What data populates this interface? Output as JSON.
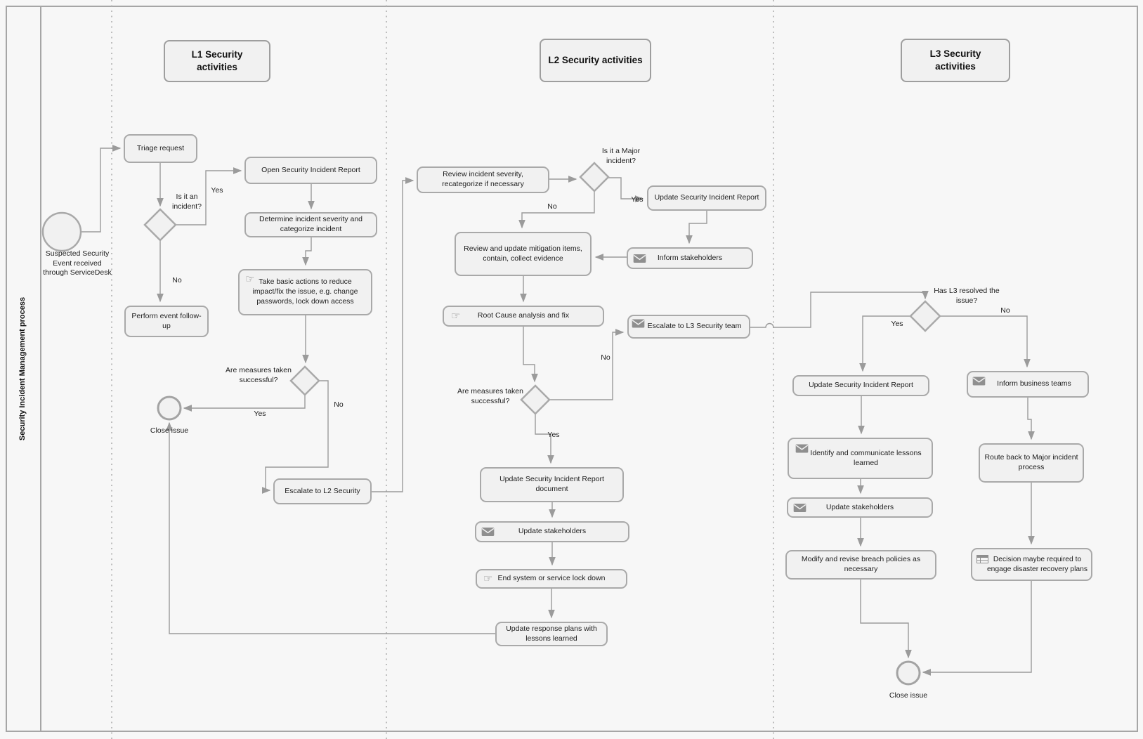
{
  "pool": {
    "label": "Security Incident Management process"
  },
  "headers": {
    "l1": "L1 Security activities",
    "l2": "L2 Security activities",
    "l3": "L3 Security activities"
  },
  "nodes": {
    "start": "Suspected Security Event received through ServiceDesk",
    "triage": "Triage request",
    "gw_incident": "Is it an incident?",
    "open_report": "Open Security Incident Report",
    "determine": "Determine incident severity and categorize incident",
    "take_basic": "Take basic actions to reduce impact/fix the issue, e.g. change passwords, lock down access",
    "perform_followup": "Perform event follow-up",
    "gw_measures_l1": "Are measures taken successful?",
    "close_l1": "Close issue",
    "escalate_l2": "Escalate to L2 Security",
    "review_severity": "Review incident severity, recategorize if necessary",
    "gw_major": "Is it a Major incident?",
    "update_sir_l2": "Update Security Incident Report",
    "inform_stakeholders": "Inform stakeholders",
    "review_update": "Review and update mitigation items, contain, collect evidence",
    "root_cause": "Root Cause analysis and fix",
    "escalate_l3": "Escalate to L3 Security team",
    "gw_measures_l2": "Are measures taken successful?",
    "update_sir_doc": "Update Security Incident Report document",
    "update_stakeholders_l2": "Update stakeholders",
    "end_lockdown": "End system or service lock down",
    "update_response": "Update response plans with lessons learned",
    "gw_l3_resolved": "Has L3 resolved the issue?",
    "update_sir_l3": "Update Security Incident Report",
    "inform_business": "Inform business teams",
    "identify_lessons": "Identify and communicate lessons learned",
    "route_back": "Route back to Major incident process",
    "update_stakeholders_l3": "Update stakeholders",
    "modify_policies": "Modify and revise breach policies as necessary",
    "decision_drp": "Decision maybe required to engage disaster recovery plans",
    "close_l3": "Close issue"
  },
  "edge_labels": {
    "yes": "Yes",
    "no": "No"
  },
  "icons": {
    "manual": "☞"
  },
  "colors": {
    "node_fill": "#f1f1f1",
    "node_border": "#a9a9a9",
    "wire": "#9b9b9b",
    "text": "#1d1d1d",
    "lane_separator": "#b0b0b0",
    "background": "#f7f7f7",
    "icon_gray": "#8f8f8f"
  }
}
